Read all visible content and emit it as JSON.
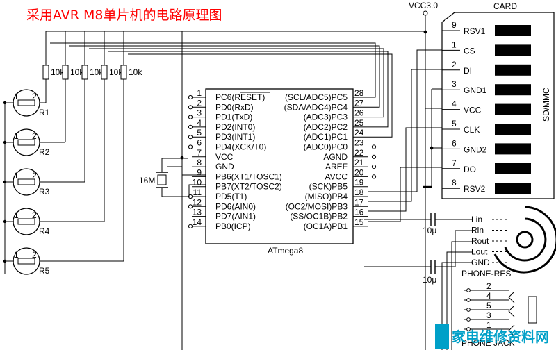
{
  "title": "采用AVR M8单片机的电路原理图",
  "vcc_label": "VCC3.0",
  "card": {
    "label": "CARD",
    "side_label": "SD/MMC",
    "pins": [
      {
        "num": "9",
        "name": "RSV1"
      },
      {
        "num": "1",
        "name": "CS"
      },
      {
        "num": "2",
        "name": "DI"
      },
      {
        "num": "3",
        "name": "GND1"
      },
      {
        "num": "4",
        "name": "VCC"
      },
      {
        "num": "5",
        "name": "CLK"
      },
      {
        "num": "6",
        "name": "GND2"
      },
      {
        "num": "7",
        "name": "DO"
      },
      {
        "num": "8",
        "name": "RSV2"
      }
    ]
  },
  "chip": {
    "name": "ATmega8",
    "left_pins": [
      {
        "num": "1",
        "name": "PC6(RESET)"
      },
      {
        "num": "2",
        "name": "PD0(RxD)"
      },
      {
        "num": "3",
        "name": "PD1(TxD)"
      },
      {
        "num": "4",
        "name": "PD2(INT0)"
      },
      {
        "num": "5",
        "name": "PD3(INT1)"
      },
      {
        "num": "6",
        "name": "PD4(XCK/T0)"
      },
      {
        "num": "7",
        "name": "VCC"
      },
      {
        "num": "8",
        "name": "GND"
      },
      {
        "num": "9",
        "name": "PB6(XT1/TOSC1)"
      },
      {
        "num": "10",
        "name": "PB7(XT2/TOSC2)"
      },
      {
        "num": "11",
        "name": "PD5(T1)"
      },
      {
        "num": "12",
        "name": "PD6(AIN0)"
      },
      {
        "num": "13",
        "name": "PD7(AIN1)"
      },
      {
        "num": "14",
        "name": "PB0(ICP)"
      }
    ],
    "right_pins": [
      {
        "num": "28",
        "name": "(SCL/ADC5)PC5"
      },
      {
        "num": "27",
        "name": "(SDA/ADC4)PC4"
      },
      {
        "num": "26",
        "name": "(ADC3)PC3"
      },
      {
        "num": "25",
        "name": "(ADC2)PC2"
      },
      {
        "num": "24",
        "name": "(ADC1)PC1"
      },
      {
        "num": "23",
        "name": "(ADC0)PC0"
      },
      {
        "num": "22",
        "name": "AGND"
      },
      {
        "num": "21",
        "name": "AREF"
      },
      {
        "num": "20",
        "name": "AVCC"
      },
      {
        "num": "19",
        "name": "(SCK)PB5"
      },
      {
        "num": "18",
        "name": "(MISO)PB4"
      },
      {
        "num": "17",
        "name": "(OC2/MOSI)PB3"
      },
      {
        "num": "16",
        "name": "(SS/OC1B)PB2"
      },
      {
        "num": "15",
        "name": "(OC1A)PB1"
      }
    ]
  },
  "resistors": [
    "10k",
    "10k",
    "10k",
    "10k",
    "10k"
  ],
  "switches": [
    {
      "name": "R1",
      "p1": "1",
      "p2": "2"
    },
    {
      "name": "R2",
      "p1": "1",
      "p2": "2"
    },
    {
      "name": "R3",
      "p1": "1",
      "p2": "2"
    },
    {
      "name": "R4",
      "p1": "1",
      "p2": "2"
    },
    {
      "name": "R5",
      "p1": "1",
      "p2": "2"
    }
  ],
  "crystal": "16M",
  "capacitors": [
    "10μ",
    "10μ"
  ],
  "phone_res": {
    "label": "PHONE-RES",
    "pins": [
      "Lin",
      "Rin",
      "Rout",
      "Lout",
      "GND"
    ]
  },
  "phone_jack": {
    "label": "PHONE JACK",
    "pins": [
      "2",
      "4",
      "5",
      "3",
      "1"
    ]
  },
  "watermark": "家电维修资料网"
}
